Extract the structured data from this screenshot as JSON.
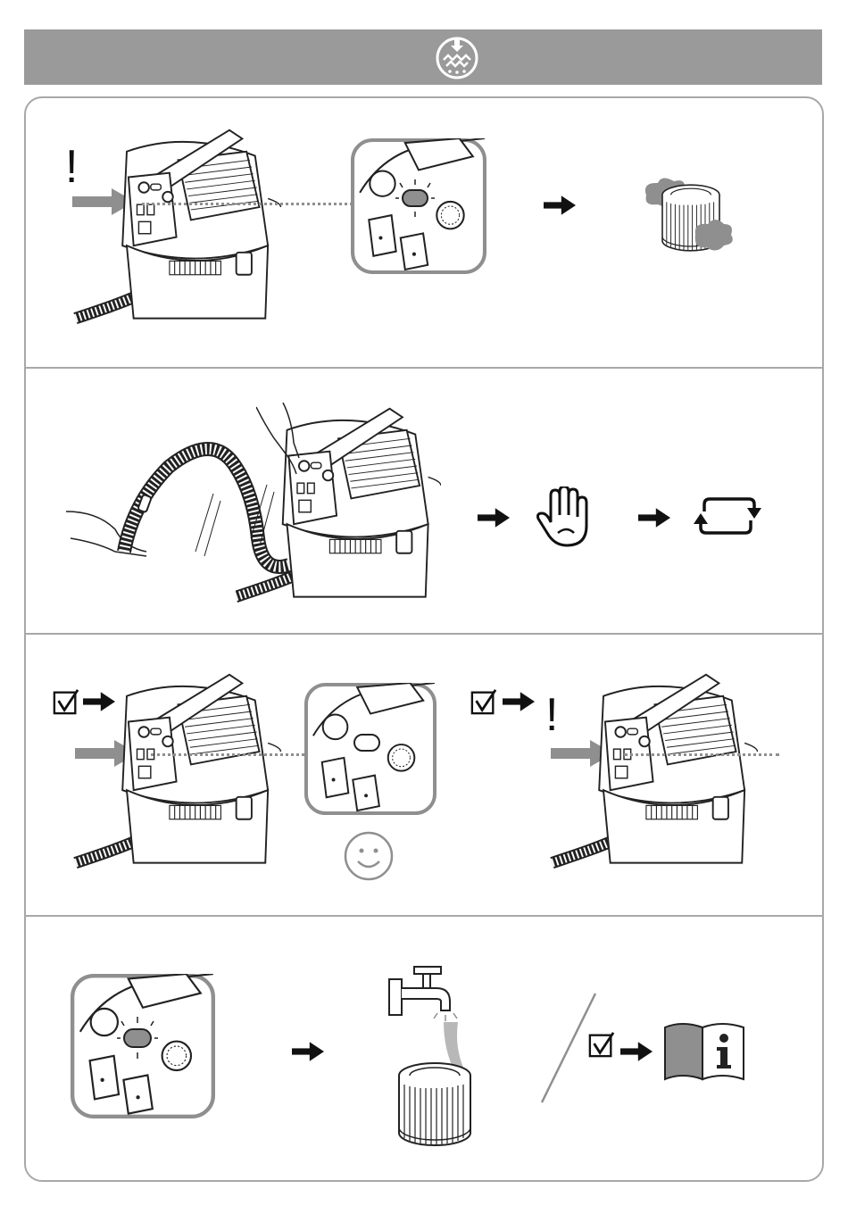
{
  "header": {
    "icon": "filter-clogged-icon",
    "color": "#9a9a9a"
  },
  "colors": {
    "frame": "#a8a8a8",
    "accent_grey": "#8f8f8f",
    "line": "#222222"
  },
  "panels": [
    {
      "id": "step-1",
      "warning_text": "!",
      "icons": [
        "vacuum-cleaner-icon",
        "control-panel-zoom-icon",
        "arrow-right-icon",
        "dirty-filter-icon"
      ]
    },
    {
      "id": "step-2",
      "icons": [
        "vacuum-hose-icon",
        "arrow-right-icon",
        "stop-hand-icon",
        "arrow-right-icon",
        "repeat-icon"
      ]
    },
    {
      "id": "step-3",
      "warning_text": "!",
      "icons": [
        "checkbox-icon",
        "arrow-right-icon",
        "vacuum-cleaner-icon",
        "control-panel-zoom-icon",
        "smiley-icon",
        "checkbox-icon",
        "arrow-right-icon",
        "vacuum-cleaner-icon"
      ]
    },
    {
      "id": "step-4",
      "icons": [
        "control-panel-zoom-icon",
        "arrow-right-icon",
        "water-tap-icon",
        "filter-icon",
        "checkbox-icon",
        "arrow-right-icon",
        "manual-info-icon"
      ]
    }
  ]
}
